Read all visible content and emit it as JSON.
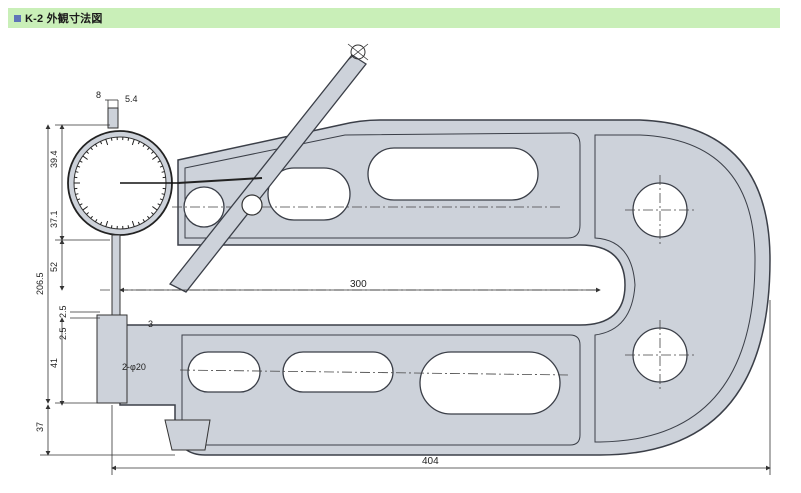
{
  "header": {
    "title": "K-2 外観寸法図",
    "bullet_color": "#5f74b8",
    "background_color": "#c9efb8"
  },
  "drawing": {
    "body_color": "#cdd2da",
    "outline_color": "#3b3f48",
    "dimensions": {
      "d8": "8",
      "d5_4": "5.4",
      "d39_4": "39.4",
      "d37_1": "37.1",
      "d206_5": "206.5",
      "d52": "52",
      "d2_5a": "2.5",
      "d2_5b": "2.5",
      "d3": "3",
      "d41": "41",
      "d37": "37",
      "d300": "300",
      "d404": "404",
      "phi20": "2-φ20"
    }
  }
}
